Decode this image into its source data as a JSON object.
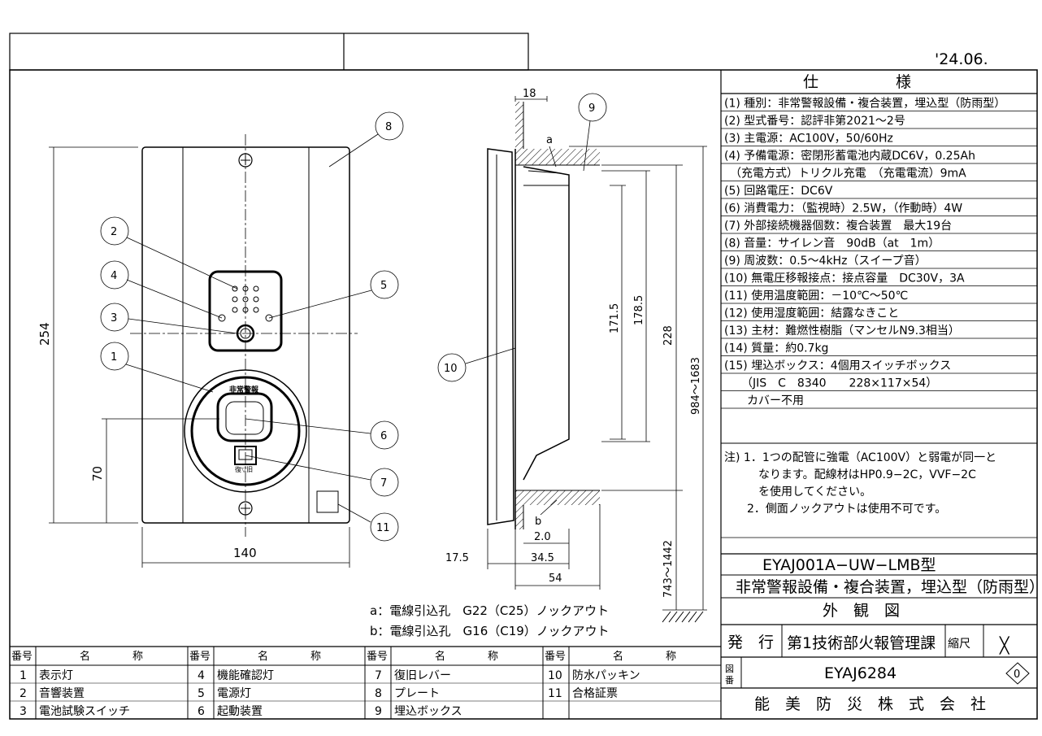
{
  "date": "'24.06.",
  "spec": {
    "header": "仕　　　　　様",
    "rows": [
      "(1) 種別：非常警報設備・複合装置，埋込型（防雨型）",
      "(2) 型式番号：認評非第2021～2号",
      "(3) 主電源：AC100V，50/60Hz",
      "(4) 予備電源：密閉形蓄電池内蔵DC6V，0.25Ah",
      "　（充電方式）トリクル充電　（充電電流）9mA",
      "(5) 回路電圧：DC6V",
      "(6) 消費電力：（監視時）2.5W，（作動時）4W",
      "(7) 外部接続機器個数：複合装置　最大19台",
      "(8) 音量：サイレン音　90dB（at　1m）",
      "(9) 周波数：0.5～4kHz（スイープ音）",
      "(10) 無電圧移報接点：接点容量　DC30V，3A",
      "(11) 使用温度範囲：－10℃～50℃",
      "(12) 使用湿度範囲：結露なきこと",
      "(13) 主材：難燃性樹脂（マンセルN9.3相当）",
      "(14) 質量：約0.7kg",
      "(15) 埋込ボックス：4個用スイッチボックス",
      "　　（JIS　C　8340　　228×117×54）",
      "　　カバー不用"
    ],
    "notes": [
      "注) 1．1つの配管に強電（AC100V）と弱電が同一と",
      "　　　なります。配線材はHP0.9−2C，VVF−2C",
      "　　　を使用してください。",
      "　　2．側面ノックアウトは使用不可です。"
    ]
  },
  "title_block": {
    "model": "EYAJ001A−UW−LMB型",
    "desc": "非常警報設備・複合装置，埋込型（防雨型）",
    "drawing_type": "外　観　図",
    "issue_label": "発　行",
    "issuer": "第1技術部火報管理課",
    "scale_label": "縮尺",
    "scale_value": "╳",
    "drawing_no_label": "図番",
    "drawing_no": "EYAJ6284",
    "revision": "0",
    "company": "能　美　防　災　株　式　会　社"
  },
  "knockouts": {
    "a": "a：電線引込孔　G22（C25）ノックアウト",
    "b": "b：電線引込孔　G16（C19）ノックアウト"
  },
  "parts_table": {
    "header_no": "番号",
    "header_name": "名　　　　称",
    "parts": [
      {
        "no": "1",
        "name": "表示灯"
      },
      {
        "no": "2",
        "name": "音響装置"
      },
      {
        "no": "3",
        "name": "電池試験スイッチ"
      },
      {
        "no": "4",
        "name": "機能確認灯"
      },
      {
        "no": "5",
        "name": "電源灯"
      },
      {
        "no": "6",
        "name": "起動装置"
      },
      {
        "no": "7",
        "name": "復旧レバー"
      },
      {
        "no": "8",
        "name": "プレート"
      },
      {
        "no": "9",
        "name": "埋込ボックス"
      },
      {
        "no": "10",
        "name": "防水パッキン"
      },
      {
        "no": "11",
        "name": "合格証票"
      }
    ]
  },
  "dimensions": {
    "width": "140",
    "height": "254",
    "button_height": "70",
    "top_depth": "18",
    "box_171": "171.5",
    "box_178": "178.5",
    "box_228": "228",
    "range_upper": "984～1683",
    "range_lower": "743～1442",
    "d_175": "17.5",
    "d_345": "34.5",
    "d_54": "54",
    "d_20": "2.0",
    "label_a": "a",
    "label_b": "b"
  },
  "callouts": [
    "1",
    "2",
    "3",
    "4",
    "5",
    "6",
    "7",
    "8",
    "9",
    "10",
    "11"
  ],
  "front": {
    "button_label": "非常警報",
    "lever_label": "復▽旧"
  }
}
